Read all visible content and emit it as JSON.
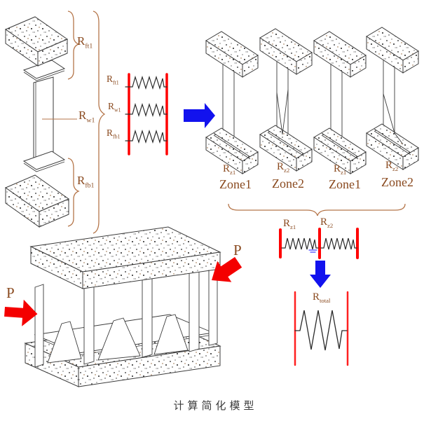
{
  "caption": "计算简化模型",
  "colors": {
    "label_brown": "#8A4A1F",
    "brace_brown": "#B5764A",
    "spring_red": "#FF0000",
    "arrow_blue": "#1212EE",
    "load_red": "#F40000",
    "line_ink": "#3A3A3A"
  },
  "exploded_view": {
    "labels": [
      {
        "base": "R",
        "sub": "ft1"
      },
      {
        "base": "R",
        "sub": "w1"
      },
      {
        "base": "R",
        "sub": "fb1"
      }
    ]
  },
  "component_springs": {
    "labels": [
      {
        "base": "R",
        "sub": "ft1"
      },
      {
        "base": "R",
        "sub": "w1"
      },
      {
        "base": "R",
        "sub": "fb1"
      }
    ]
  },
  "zone_models": {
    "items": [
      {
        "label": {
          "base": "R",
          "sub": "z1"
        },
        "zone": "Zone1"
      },
      {
        "label": {
          "base": "R",
          "sub": "z2"
        },
        "zone": "Zone2"
      },
      {
        "label": {
          "base": "R",
          "sub": "z1"
        },
        "zone": "Zone1"
      },
      {
        "label": {
          "base": "R",
          "sub": "z2"
        },
        "zone": "Zone2"
      }
    ]
  },
  "series_springs": {
    "labels": [
      {
        "base": "R",
        "sub": "z1"
      },
      {
        "base": "R",
        "sub": "z2"
      }
    ]
  },
  "equivalent_spring": {
    "label": {
      "base": "R",
      "sub": "total"
    }
  },
  "loads": {
    "left": "P",
    "right": "P"
  }
}
